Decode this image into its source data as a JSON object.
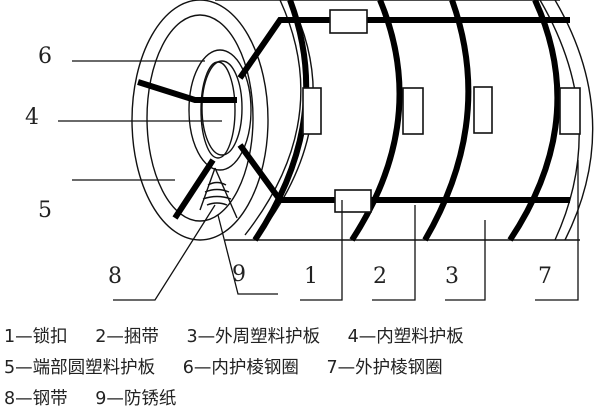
{
  "diagram": {
    "subject": "steel coil packaging structure",
    "callouts": [
      {
        "id": "6",
        "label": "6"
      },
      {
        "id": "4",
        "label": "4"
      },
      {
        "id": "5",
        "label": "5"
      },
      {
        "id": "8",
        "label": "8"
      },
      {
        "id": "9",
        "label": "9"
      },
      {
        "id": "1",
        "label": "1"
      },
      {
        "id": "2",
        "label": "2"
      },
      {
        "id": "3",
        "label": "3"
      },
      {
        "id": "7",
        "label": "7"
      }
    ]
  },
  "legend": {
    "rows": [
      [
        {
          "text": "1—锁扣"
        },
        {
          "text": "2—捆带"
        },
        {
          "text": "3—外周塑料护板"
        },
        {
          "text": "4—内塑料护板"
        }
      ],
      [
        {
          "text": "5—端部圆塑料护板"
        },
        {
          "text": "6—内护棱钢圈"
        },
        {
          "text": "7—外护棱钢圈"
        }
      ],
      [
        {
          "text": "8—钢带"
        },
        {
          "text": "9—防锈纸"
        }
      ]
    ]
  }
}
